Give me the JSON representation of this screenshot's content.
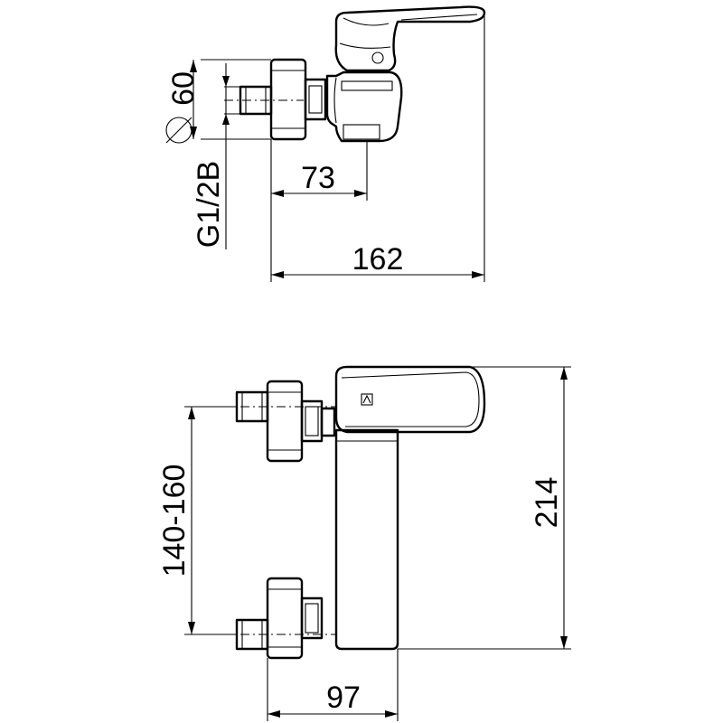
{
  "dimensions": {
    "top_diameter": "60",
    "thread": "G1/2B",
    "top_depth": "73",
    "top_total": "162",
    "spacing": "140-160",
    "height": "214",
    "width": "97"
  },
  "colors": {
    "line": "#000000",
    "background": "#ffffff"
  }
}
